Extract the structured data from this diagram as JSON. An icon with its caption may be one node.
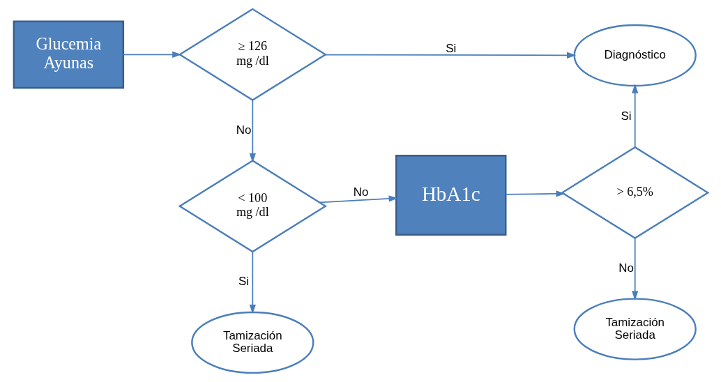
{
  "diagram": {
    "nodes": [
      {
        "text": [
          "Glucemia Ayunas"
        ]
      },
      {
        "text": [
          "≥ 126 mg /dl"
        ]
      },
      {
        "text": [
          "Diagnóstico"
        ]
      },
      {
        "text": [
          "< 100 mg /dl"
        ]
      },
      {
        "text": [
          "HbA1c"
        ]
      },
      {
        "text": [
          "> 6,5%"
        ]
      },
      {
        "text": [
          "Tamización Seriada"
        ]
      },
      {
        "text": [
          "Tamización Seriada"
        ]
      }
    ],
    "edges": [
      {
        "from": 0,
        "to": 1,
        "arrow": "to"
      },
      {
        "from": 1,
        "to": 2,
        "arrow": "to",
        "label": "Si"
      },
      {
        "from": 1,
        "to": 3,
        "arrow": "to",
        "label": "No"
      },
      {
        "from": 3,
        "to": 4,
        "arrow": "to",
        "label": "No"
      },
      {
        "from": 3,
        "to": 6,
        "arrow": "to",
        "label": "Si"
      },
      {
        "from": 4,
        "to": 5,
        "arrow": "to"
      },
      {
        "from": 5,
        "to": 2,
        "arrow": "to",
        "label": "Si"
      },
      {
        "from": 5,
        "to": 7,
        "arrow": "to",
        "label": "No"
      }
    ]
  }
}
